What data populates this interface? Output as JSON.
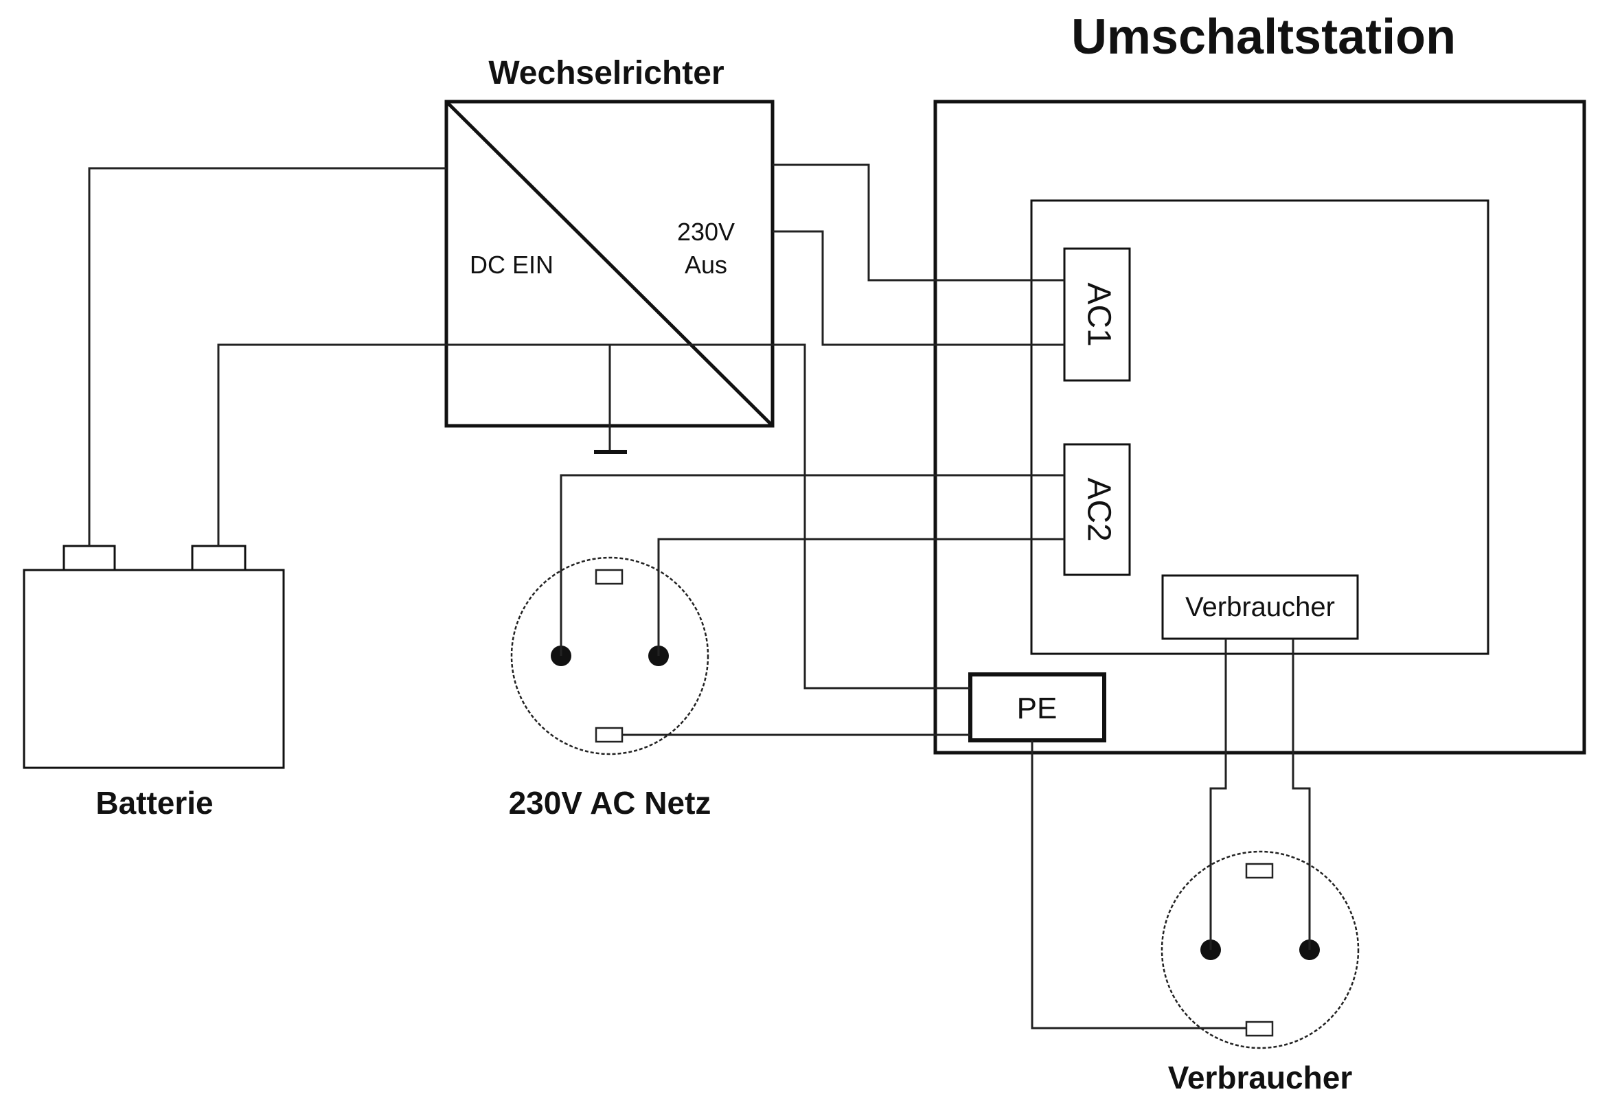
{
  "labels": {
    "umschaltstation": "Umschaltstation",
    "wechselrichter": "Wechselrichter",
    "dc_ein": "DC EIN",
    "ac_out_line1": "230V",
    "ac_out_line2": "Aus",
    "ac1": "AC1",
    "ac2": "AC2",
    "verbraucher_inner": "Verbraucher",
    "pe": "PE",
    "batterie": "Batterie",
    "netz": "230V AC Netz",
    "verbraucher_socket": "Verbraucher"
  }
}
